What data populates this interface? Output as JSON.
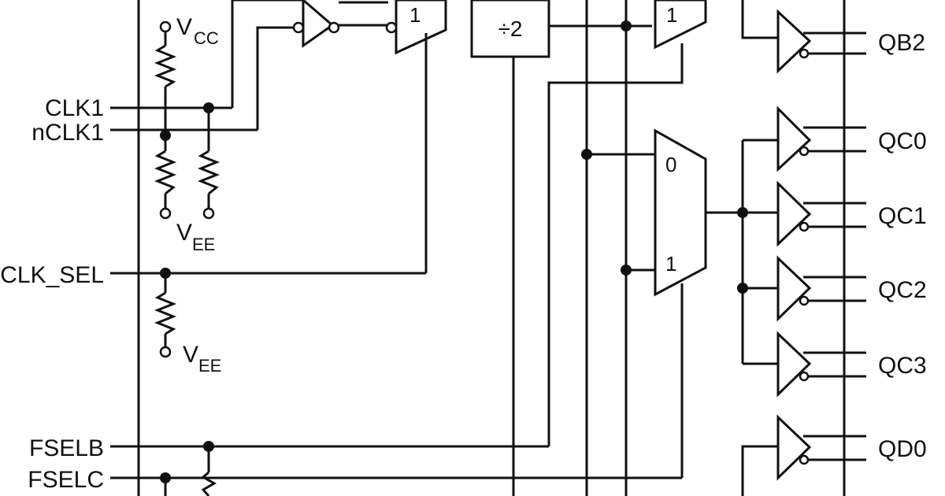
{
  "inputs": {
    "clk1": "CLK1",
    "nclk1": "nCLK1",
    "clk_sel": "CLK_SEL",
    "fselb": "FSELB",
    "fselc": "FSELC"
  },
  "rails": {
    "vcc": "V",
    "vcc_sub": "CC",
    "vee1": "V",
    "vee1_sub": "EE",
    "vee2": "V",
    "vee2_sub": "EE"
  },
  "blocks": {
    "divider": "÷2",
    "mux_top_left_1": "1",
    "mux_top_right_1": "1",
    "mux_c_0": "0",
    "mux_c_1": "1"
  },
  "outputs": {
    "qb2": "QB2",
    "qc0": "QC0",
    "qc1": "QC1",
    "qc2": "QC2",
    "qc3": "QC3",
    "qd0": "QD0"
  },
  "colors": {
    "line": "#111111",
    "background": "#ffffff"
  }
}
